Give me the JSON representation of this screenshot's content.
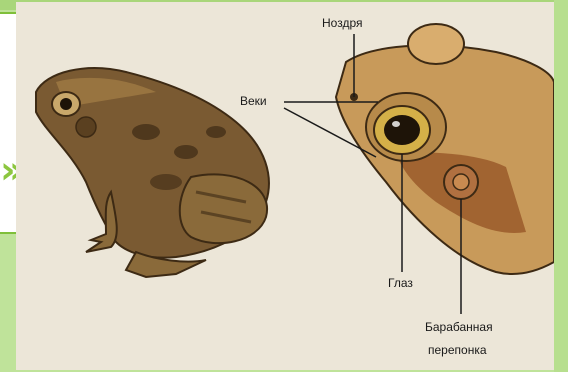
{
  "labels": {
    "nostril": "Ноздря",
    "eyelids": "Веки",
    "eye": "Глаз",
    "eardrum_line1": "Барабанная",
    "eardrum_line2": "перепонка"
  },
  "decor": {
    "chevron_glyph": "»"
  },
  "colors": {
    "background": "#bfe39a",
    "paper": "#ece6d8",
    "frog_skin": "#7a5a32",
    "head_skin": "#c89a5a",
    "ink": "#1a1a1a"
  }
}
